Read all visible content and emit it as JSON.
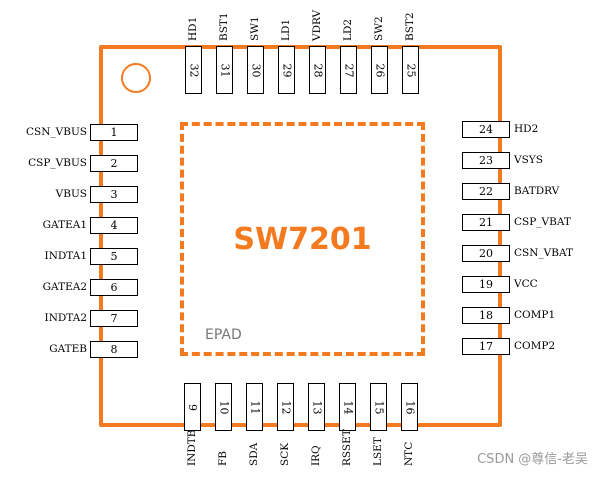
{
  "chip": {
    "name": "SW7201",
    "epad_label": "EPAD"
  },
  "pins": {
    "left": [
      {
        "num": "1",
        "name": "CSN_VBUS"
      },
      {
        "num": "2",
        "name": "CSP_VBUS"
      },
      {
        "num": "3",
        "name": "VBUS"
      },
      {
        "num": "4",
        "name": "GATEA1"
      },
      {
        "num": "5",
        "name": "INDTA1"
      },
      {
        "num": "6",
        "name": "GATEA2"
      },
      {
        "num": "7",
        "name": "INDTA2"
      },
      {
        "num": "8",
        "name": "GATEB"
      }
    ],
    "bottom": [
      {
        "num": "9",
        "name": "INDTB"
      },
      {
        "num": "10",
        "name": "FB"
      },
      {
        "num": "11",
        "name": "SDA"
      },
      {
        "num": "12",
        "name": "SCK"
      },
      {
        "num": "13",
        "name": "IRQ"
      },
      {
        "num": "14",
        "name": "RSSET"
      },
      {
        "num": "15",
        "name": "LSET"
      },
      {
        "num": "16",
        "name": "NTC"
      }
    ],
    "right": [
      {
        "num": "17",
        "name": "COMP2"
      },
      {
        "num": "18",
        "name": "COMP1"
      },
      {
        "num": "19",
        "name": "VCC"
      },
      {
        "num": "20",
        "name": "CSN_VBAT"
      },
      {
        "num": "21",
        "name": "CSP_VBAT"
      },
      {
        "num": "22",
        "name": "BATDRV"
      },
      {
        "num": "23",
        "name": "VSYS"
      },
      {
        "num": "24",
        "name": "HD2"
      }
    ],
    "top": [
      {
        "num": "25",
        "name": "BST2"
      },
      {
        "num": "26",
        "name": "SW2"
      },
      {
        "num": "27",
        "name": "LD2"
      },
      {
        "num": "28",
        "name": "VDRV"
      },
      {
        "num": "29",
        "name": "LD1"
      },
      {
        "num": "30",
        "name": "SW1"
      },
      {
        "num": "31",
        "name": "BST1"
      },
      {
        "num": "32",
        "name": "HD1"
      }
    ]
  },
  "watermark": "CSDN @尊信-老吴",
  "colors": {
    "accent": "#f47a20",
    "text": "#000000"
  }
}
